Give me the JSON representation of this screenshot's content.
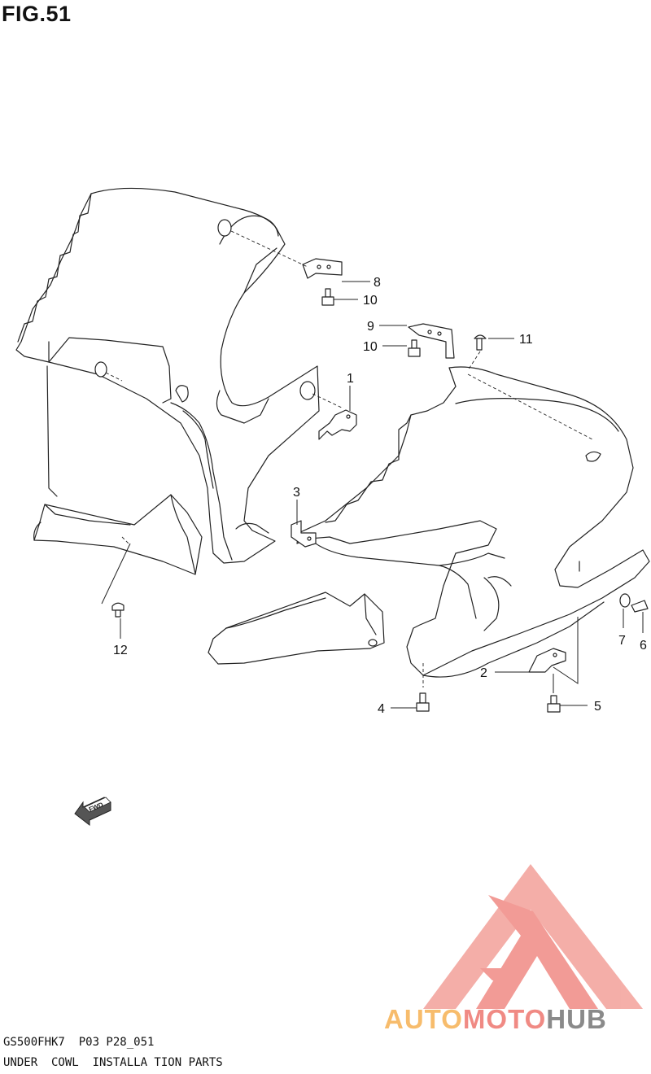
{
  "figure": {
    "title": "FIG.51"
  },
  "callouts": [
    {
      "id": "c1",
      "text": "1"
    },
    {
      "id": "c2",
      "text": "2"
    },
    {
      "id": "c3",
      "text": "3"
    },
    {
      "id": "c4",
      "text": "4"
    },
    {
      "id": "c5",
      "text": "5"
    },
    {
      "id": "c6",
      "text": "6"
    },
    {
      "id": "c7",
      "text": "7"
    },
    {
      "id": "c8",
      "text": "8"
    },
    {
      "id": "c9",
      "text": "9"
    },
    {
      "id": "c10a",
      "text": "10"
    },
    {
      "id": "c10b",
      "text": "10"
    },
    {
      "id": "c11",
      "text": "11"
    },
    {
      "id": "c12",
      "text": "12"
    }
  ],
  "fwd_arrow": {
    "text": "FWD",
    "icon": "fwd-arrow-icon"
  },
  "footer": {
    "code": "GS500FHK7  P03 P28_051",
    "caption": "UNDER  COWL  INSTALLA TION PARTS"
  },
  "watermark": {
    "part1": "AUTO",
    "part2": "MOTO",
    "part3": "HUB",
    "colors": {
      "auto": "#f7bc6c",
      "moto": "#f08a84",
      "hub": "#8a8a8a"
    },
    "icon": "automotohub-logo-icon"
  }
}
